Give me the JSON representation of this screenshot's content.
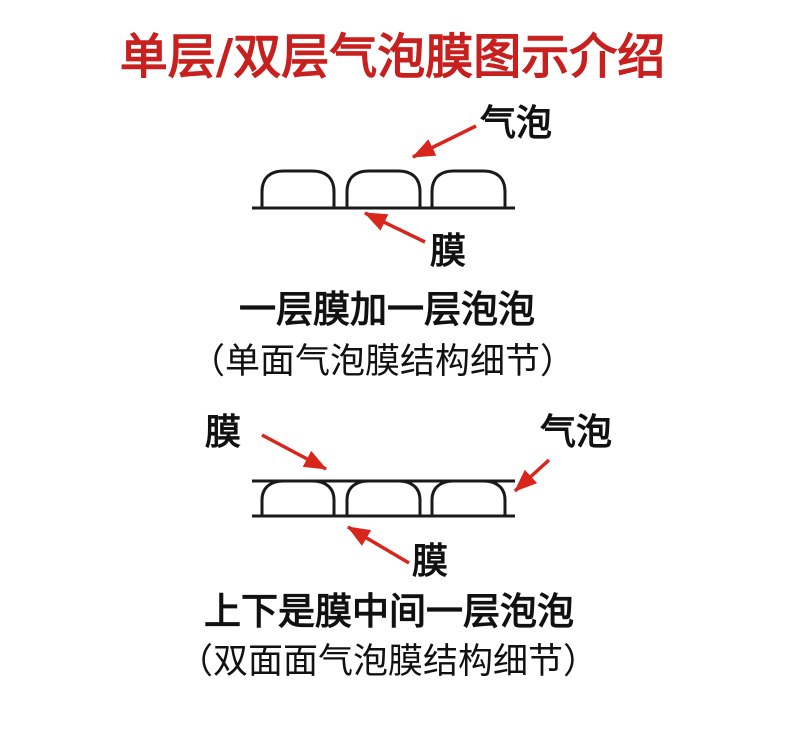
{
  "title": "单层/双层气泡膜图示介绍",
  "colors": {
    "background": "#ffffff",
    "title": "#c8201e",
    "arrow": "#d9261c",
    "text": "#111111",
    "line": "#1a1a1a"
  },
  "single_layer": {
    "bubble_label": "气泡",
    "film_label": "膜",
    "caption": "一层膜加一层泡泡",
    "subcaption": "（单面气泡膜结构细节）"
  },
  "double_layer": {
    "top_film_label": "膜",
    "bubble_label": "气泡",
    "bottom_film_label": "膜",
    "caption": "上下是膜中间一层泡泡",
    "subcaption": "（双面面气泡膜结构细节）"
  }
}
